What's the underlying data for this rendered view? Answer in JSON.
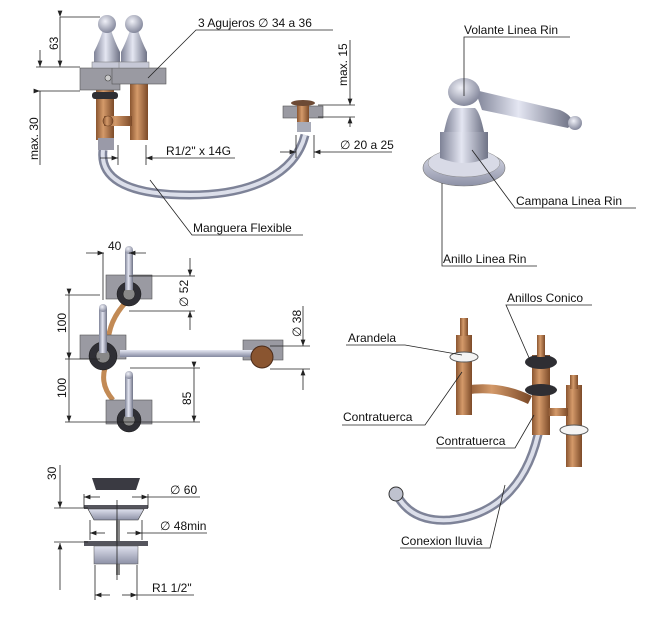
{
  "front_view": {
    "dim_63": "63",
    "dim_max30": "max. 30",
    "dim_max15": "max. 15",
    "holes_label": "3 Agujeros ∅ 34 a 36",
    "thread_label": "R1/2\" x 14G",
    "outlet_label": "∅ 20 a 25",
    "hose_label": "Manguera Flexible"
  },
  "handle_view": {
    "volante_label": "Volante Linea Rin",
    "campana_label": "Campana Linea Rin",
    "anillo_label": "Anillo Linea Rin"
  },
  "top_view": {
    "dim_40": "40",
    "dim_52": "∅ 52",
    "dim_100_top": "100",
    "dim_100_bottom": "100",
    "dim_38": "∅ 38",
    "dim_85": "85"
  },
  "valve_view": {
    "anillos_label": "Anillos Conico",
    "arandela_label": "Arandela",
    "contratuerca_left_label": "Contratuerca",
    "contratuerca_right_label": "Contratuerca",
    "conexion_label": "Conexion lluvia"
  },
  "drain_view": {
    "dim_30": "30",
    "dim_60": "∅ 60",
    "dim_48": "∅ 48min",
    "thread_label": "R1 1/2\""
  },
  "colors": {
    "brass": "#b8784a",
    "chrome": "#b9bcd0",
    "gray_plate": "#9a9aa2",
    "dark_ring": "#2e2e33"
  }
}
